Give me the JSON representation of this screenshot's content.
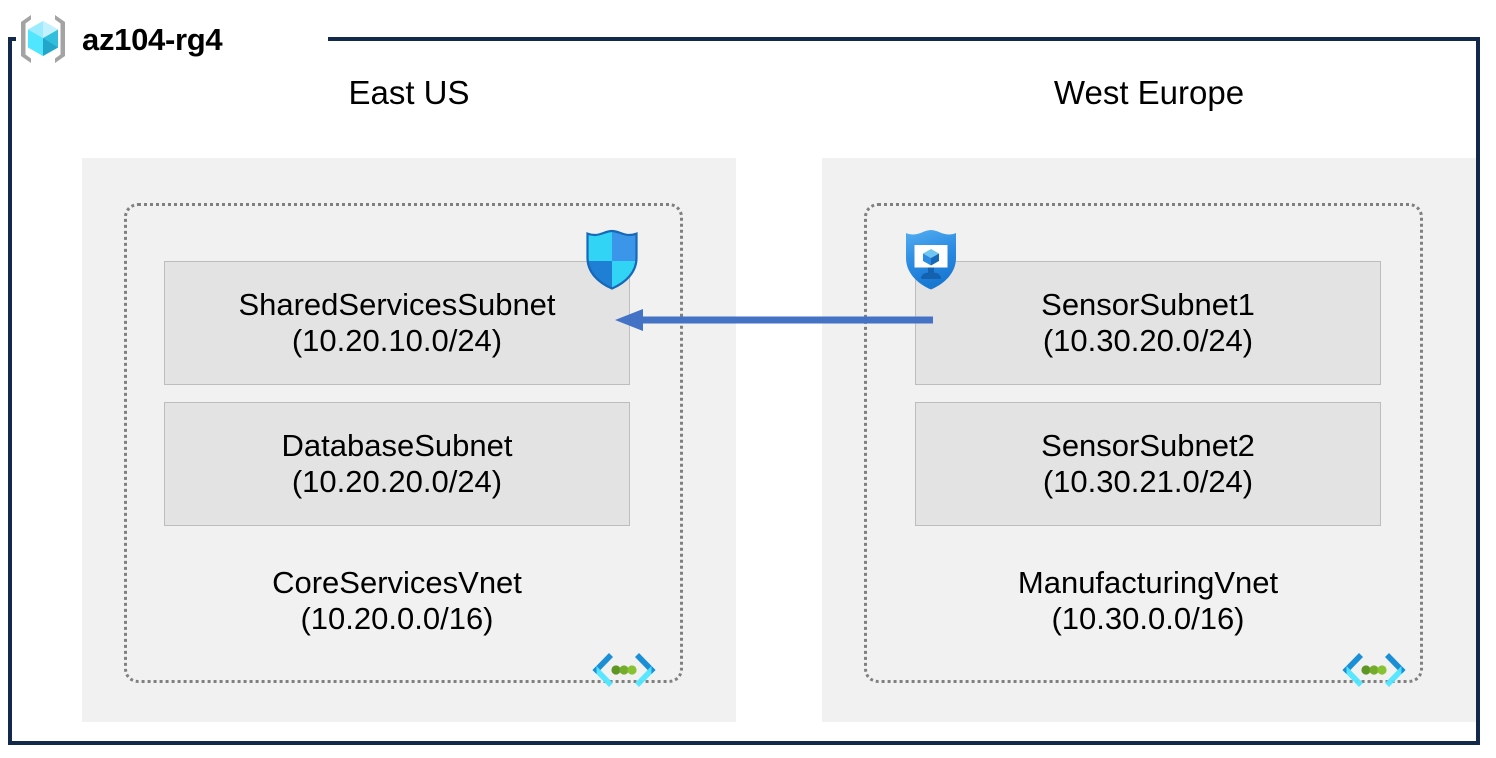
{
  "resource_group": {
    "name": "az104-rg4",
    "icon": "resource-group-cube-icon"
  },
  "colors": {
    "frame_border": "#13294B",
    "region_box_fill": "#F1F1F1",
    "subnet_fill": "#E3E3E3",
    "subnet_border": "#BDBDBD",
    "vnet_dotted_border": "#808080",
    "arrow": "#4472C4",
    "azure_blue": "#0078D4",
    "azure_cyan": "#50E6FF",
    "vnet_icon_green": "#5E9624",
    "text": "#000000"
  },
  "regions": [
    {
      "label": "East US",
      "vnet": {
        "name": "CoreServicesVnet",
        "cidr": "(10.20.0.0/16)",
        "icon": "virtual-network-icon",
        "subnets": [
          {
            "name": "SharedServicesSubnet",
            "cidr": "(10.20.10.0/24)",
            "icon": "network-security-group-shield-icon",
            "icon_position": "top-right"
          },
          {
            "name": "DatabaseSubnet",
            "cidr": "(10.20.20.0/24)",
            "icon": null,
            "icon_position": null
          }
        ]
      }
    },
    {
      "label": "West Europe",
      "vnet": {
        "name": "ManufacturingVnet",
        "cidr": "(10.30.0.0/16)",
        "icon": "virtual-network-icon",
        "subnets": [
          {
            "name": "SensorSubnet1",
            "cidr": "(10.30.20.0/24)",
            "icon": "application-security-group-monitor-shield-icon",
            "icon_position": "top-left"
          },
          {
            "name": "SensorSubnet2",
            "cidr": "(10.30.21.0/24)",
            "icon": null,
            "icon_position": null
          }
        ]
      }
    }
  ],
  "connection": {
    "name": "vnet-peering-arrow",
    "direction": "right-to-left",
    "from": "SensorSubnet1",
    "to": "SharedServicesSubnet",
    "label": ""
  }
}
